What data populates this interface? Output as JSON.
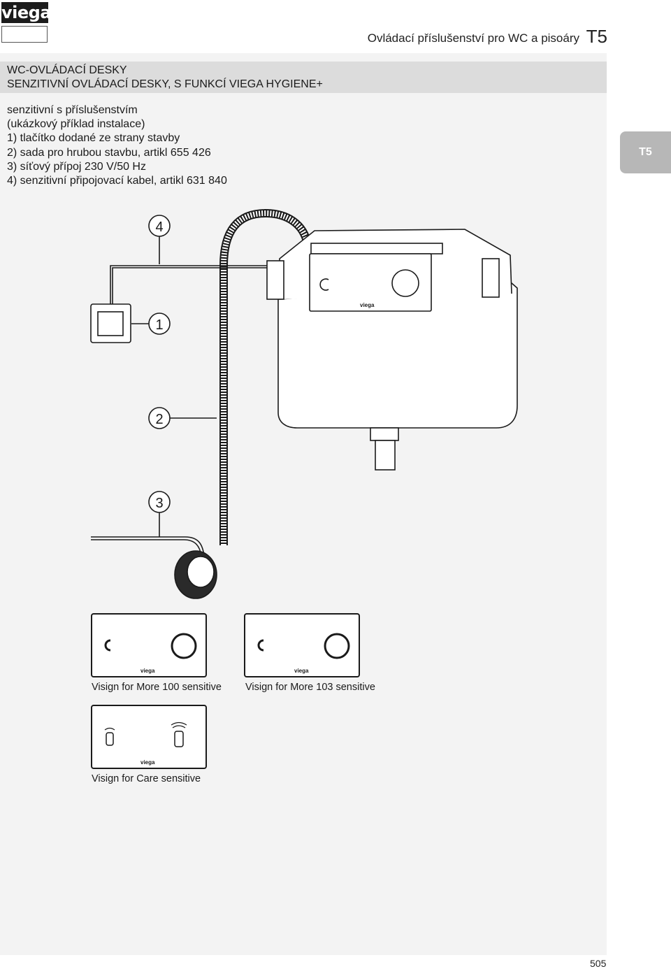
{
  "brand": {
    "logo_text": "viega"
  },
  "header": {
    "title": "Ovládací příslušenství pro WC a pisoáry",
    "code": "T5"
  },
  "section": {
    "title_line1": "WC-OVLÁDACÍ DESKY",
    "title_line2": "SENZITIVNÍ OVLÁDACÍ DESKY, S FUNKCÍ VIEGA HYGIENE+"
  },
  "description": {
    "line1": "senzitivní s příslušenstvím",
    "line2": "(ukázkový příklad instalace)",
    "line3": "1) tlačítko dodané ze strany stavby",
    "line4": "2) sada pro hrubou stavbu, artikl 655 426",
    "line5": "3) síťový přípoj 230 V/50 Hz",
    "line6": "4) senzitivní připojovací kabel, artikl 631 840"
  },
  "side_tab": {
    "label": "T5"
  },
  "diagram": {
    "callouts": [
      "4",
      "1",
      "2",
      "3"
    ],
    "plate_brand": "viega"
  },
  "products": [
    {
      "caption": "Visign for More 100 sensitive",
      "brand": "viega"
    },
    {
      "caption": "Visign for More 103 sensitive",
      "brand": "viega"
    },
    {
      "caption": "Visign for Care sensitive",
      "brand": "viega"
    }
  ],
  "footer": {
    "page_number": "505"
  }
}
